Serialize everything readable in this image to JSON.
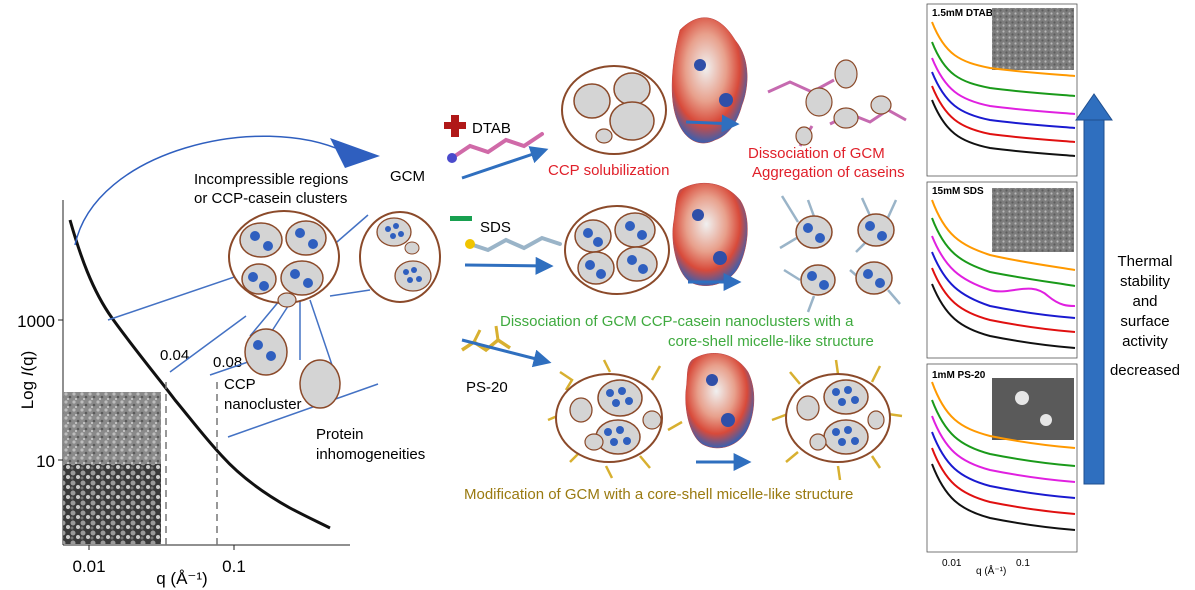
{
  "main_plot": {
    "y_ticks": [
      "1000",
      "10"
    ],
    "x_ticks": [
      "0.01",
      "0.1"
    ],
    "y_label_prefix": "Log ",
    "y_label_italic": "I",
    "y_label_paren": "(q)",
    "x_label": "q (Å⁻¹)",
    "markers": [
      "0.04",
      "0.08"
    ]
  },
  "labels": {
    "clusters_line1": "Incompressible regions",
    "clusters_line2": "or CCP-casein clusters",
    "gcm": "GCM",
    "ccp_line1": "CCP",
    "ccp_line2": "nanocluster",
    "protein_line1": "Protein",
    "protein_line2": "inhomogeneities"
  },
  "surfactants": {
    "dtab": "DTAB",
    "sds": "SDS",
    "ps20": "PS-20"
  },
  "captions": {
    "ccp_solubilization": "CCP solubilization",
    "dissociation_line1": "Dissociation of GCM",
    "dissociation_line2": "Aggregation of caseins",
    "sds_line1": "Dissociation of GCM CCP-casein nanoclusters with a",
    "sds_line2": "core-shell micelle-like structure",
    "ps20_caption": "Modification of GCM with a core-shell micelle-like structure"
  },
  "side_plots": {
    "panel1": "1.5mM DTAB",
    "panel2": "15mM SDS",
    "panel3": "1mM PS-20",
    "x_tick1": "0.01",
    "x_tick2": "0.1",
    "x_label": "q (Å⁻¹)"
  },
  "stability_text": [
    "Thermal",
    "stability",
    "and",
    "surface",
    "activity",
    "decreased"
  ],
  "colors": {
    "caption_red": "#e0202a",
    "caption_green": "#3faa3f",
    "caption_gold": "#9a7a10",
    "micelle_outline": "#8b4a2a",
    "submicelle_fill": "#d4d4d4",
    "ccp_blue": "#2f5fbf",
    "arrow_blue": "#2f6fbf",
    "connector_blue": "#4472c4",
    "dtab_cross": "#b01818",
    "sds_bar": "#18a050",
    "big_arrow": "#2f6fbf",
    "curve_colors": [
      "#ff9900",
      "#1a9a1a",
      "#e020e0",
      "#1a1ad0",
      "#e01010",
      "#111111"
    ]
  }
}
